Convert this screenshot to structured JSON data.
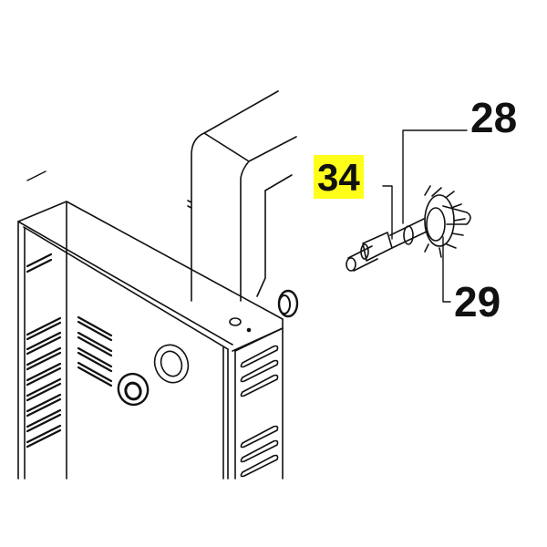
{
  "diagram": {
    "type": "exploded parts diagram",
    "subject": "appliance housing with motor shaft and fan impeller",
    "callouts": [
      {
        "id": "28",
        "label": "28",
        "highlighted": false
      },
      {
        "id": "34",
        "label": "34",
        "highlighted": true
      },
      {
        "id": "29",
        "label": "29",
        "highlighted": false
      }
    ],
    "colors": {
      "line": "#111111",
      "highlight": "#ffff1a",
      "background": "#ffffff"
    }
  }
}
